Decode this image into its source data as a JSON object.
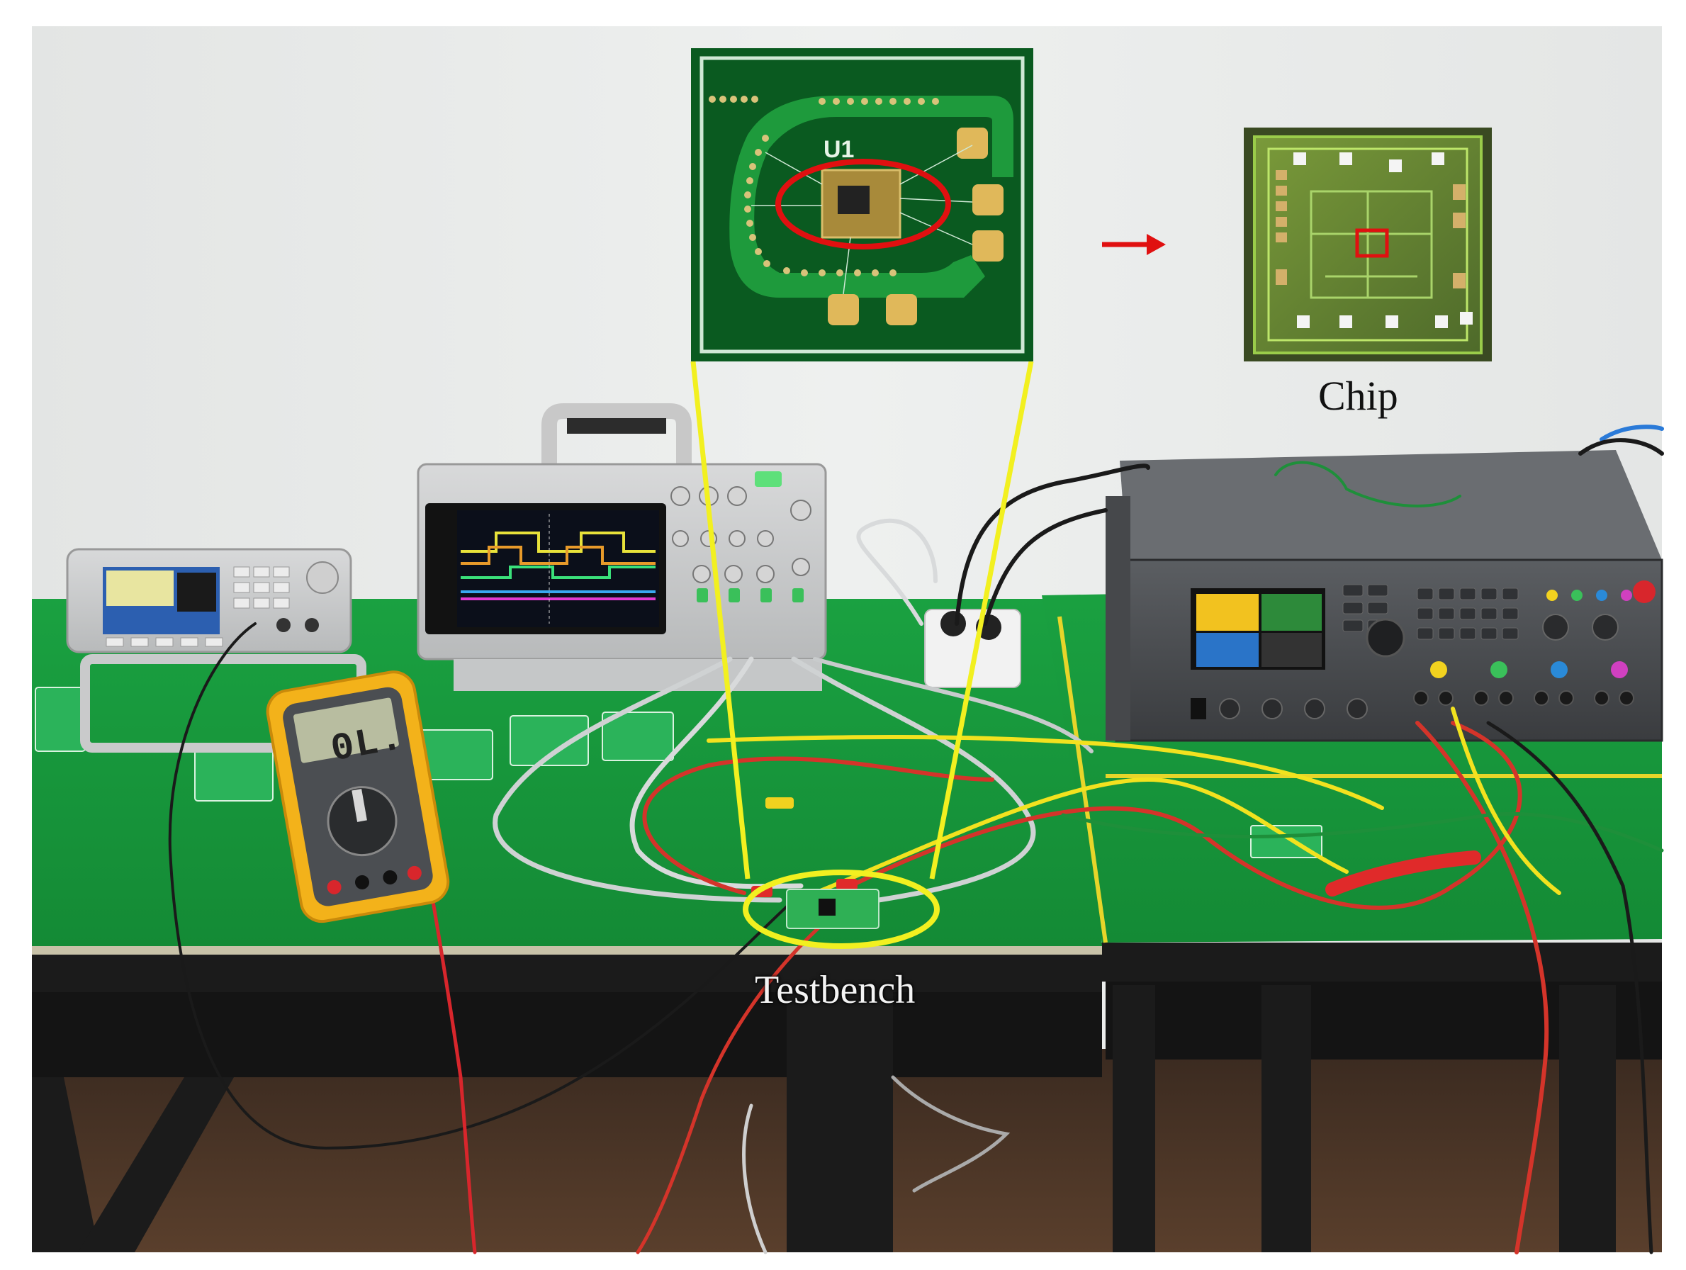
{
  "labels": {
    "chip": "Chip",
    "testbench": "Testbench",
    "pcb_designator": "U1",
    "multimeter_reading": "0L."
  },
  "colors": {
    "wall": "#e9ebea",
    "bench_top": "#1e9a3c",
    "highlight_ring": "#f2f020",
    "chip_marker": "#e01010",
    "pcb_green": "#0e7a2c",
    "multimeter_body": "#f3b21a"
  }
}
